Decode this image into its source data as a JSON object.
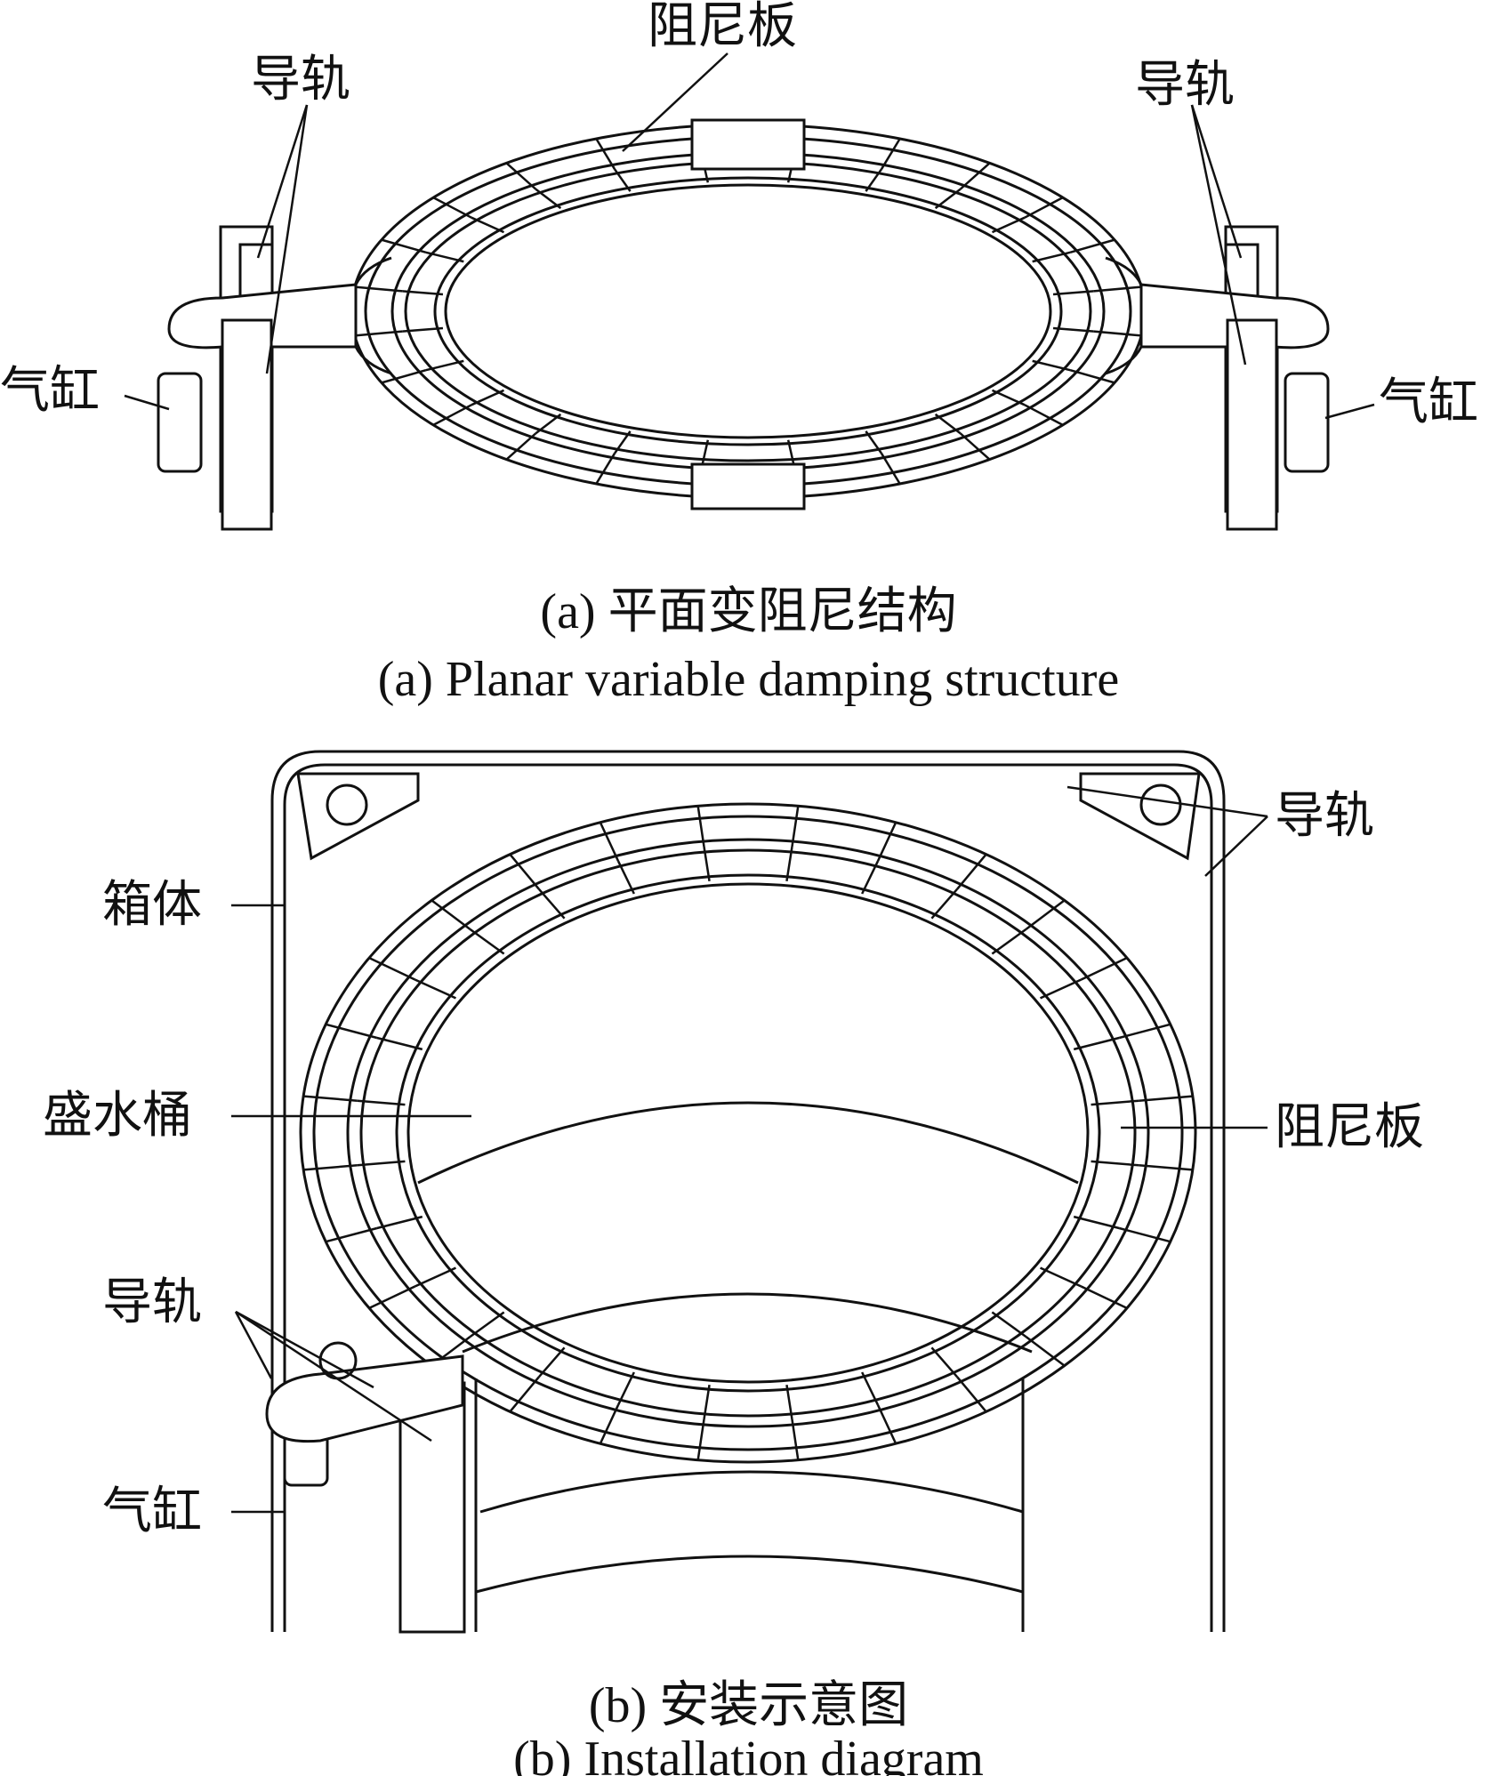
{
  "figure_a": {
    "labels": {
      "damping_plate": "阻尼板",
      "guide_rail_left": "导轨",
      "guide_rail_right": "导轨",
      "cylinder_left": "气缸",
      "cylinder_right": "气缸"
    },
    "caption_cn": "(a)  平面变阻尼结构",
    "caption_en": "(a)  Planar variable damping structure"
  },
  "figure_b": {
    "labels": {
      "guide_rail_top_right": "导轨",
      "cabinet": "箱体",
      "water_tub": "盛水桶",
      "damping_plate": "阻尼板",
      "guide_rail_bottom_left": "导轨",
      "cylinder": "气缸"
    },
    "caption_cn": "(b)  安装示意图",
    "caption_en": "(b)  Installation diagram"
  }
}
